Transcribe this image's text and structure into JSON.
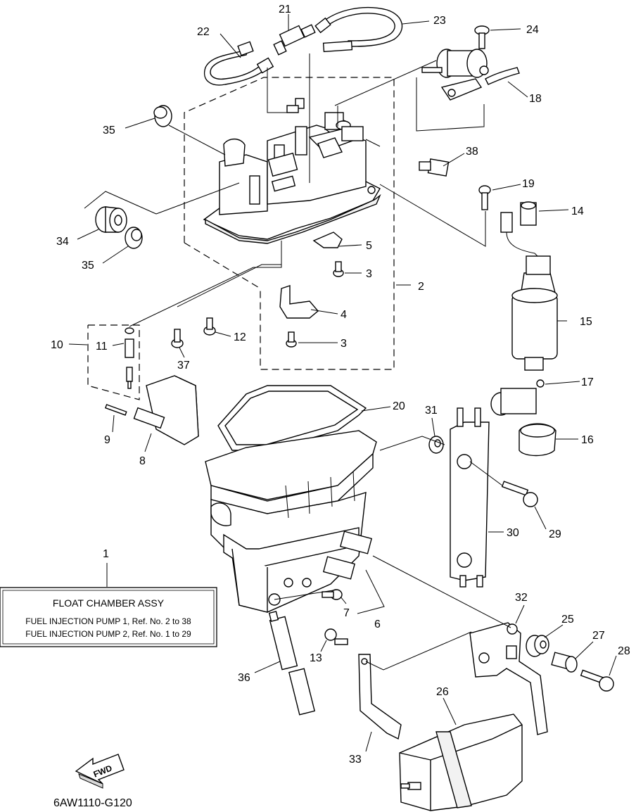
{
  "callouts": {
    "c1": "1",
    "c2": "2",
    "c3a": "3",
    "c3b": "3",
    "c4": "4",
    "c5": "5",
    "c6": "6",
    "c7": "7",
    "c8": "8",
    "c9": "9",
    "c10": "10",
    "c11": "11",
    "c12": "12",
    "c13": "13",
    "c14": "14",
    "c15": "15",
    "c16": "16",
    "c17": "17",
    "c18": "18",
    "c19": "19",
    "c20": "20",
    "c21": "21",
    "c22": "22",
    "c23": "23",
    "c24": "24",
    "c25": "25",
    "c26": "26",
    "c27": "27",
    "c28": "28",
    "c29": "29",
    "c30": "30",
    "c31": "31",
    "c32": "32",
    "c33": "33",
    "c34": "34",
    "c35a": "35",
    "c35b": "35",
    "c36": "36",
    "c37": "37",
    "c38": "38"
  },
  "assembly_box": {
    "title": "FLOAT CHAMBER ASSY",
    "line1": "FUEL INJECTION PUMP 1,  Ref. No. 2 to 38",
    "line2": "FUEL INJECTION PUMP 2,  Ref. No. 1 to 29"
  },
  "fwd_label": "FWD",
  "diagram_code": "6AW1110-G120"
}
